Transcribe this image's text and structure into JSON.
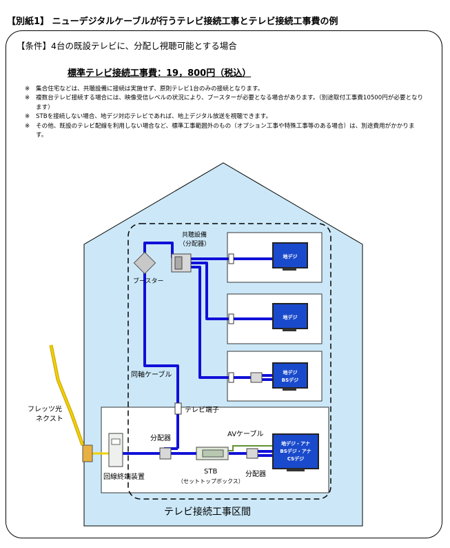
{
  "page_title": "【別紙1】 ニューデジタルケーブルが行うテレビ接続工事とテレビ接続工事費の例",
  "condition": "【条件】4台の既設テレビに、分配し視聴可能とする場合",
  "price": "標準テレビ接続工事費：19，800円（税込）",
  "notes": [
    {
      "mark": "※",
      "text": "集合住宅などは、共聴設備に接続は実施せず、原則テレビ1台のみの接続となります。"
    },
    {
      "mark": "※",
      "text": "複数台テレビ接続する場合には、映像受信レベルの状況により、ブースターが必要となる場合があります。（別途取付工事費10500円が必要となります）"
    },
    {
      "mark": "※",
      "text": "STBを接続しない場合、地デジ対応テレビであれば、地上デジタル放送を視聴できます。"
    },
    {
      "mark": "※",
      "text": "その他、既設のテレビ配線を利用しない場合など、標準工事範囲外のもの（オプション工事や特殊工事等のある場合）は、別途費用がかかります。"
    }
  ],
  "diagram": {
    "labels": {
      "kyocho_line1": "共聴設備",
      "kyocho_line2": "（分配器）",
      "booster": "ブースター",
      "coax": "同軸ケーブル",
      "tv_terminal": "テレビ端子",
      "flets_line1": "フレッツ光",
      "flets_line2": "ネクスト",
      "splitter_main": "分配器",
      "av_cable": "AVケーブル",
      "stb": "STB",
      "stb_sub": "（セットトップボックス）",
      "splitter_tv": "分配器",
      "onu": "回線終端装置",
      "section": "テレビ接続工事区間"
    },
    "tvs": [
      {
        "lines": [
          "地デジ"
        ]
      },
      {
        "lines": [
          "地デジ"
        ]
      },
      {
        "lines": [
          "地デジ",
          "BSデジ"
        ]
      },
      {
        "lines": [
          "地デジ・アナ",
          "BSデジ・アナ",
          "CSデジ"
        ]
      }
    ],
    "colors": {
      "house_fill": "#cce8f8",
      "cable": "#1010d8",
      "optical": "#e8c800",
      "av_cable": "#609030",
      "tv_screen": "#1a4acc"
    }
  }
}
